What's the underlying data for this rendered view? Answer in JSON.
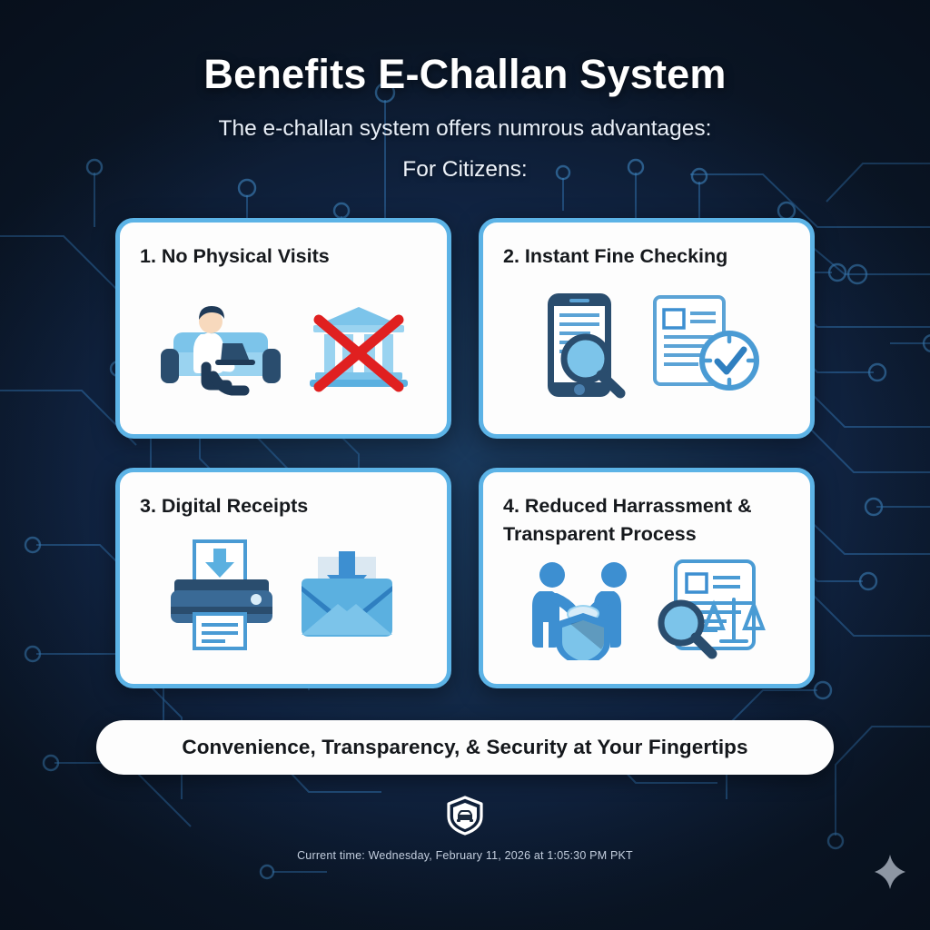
{
  "header": {
    "title": "Benefits E-Challan System",
    "subtitle": "The e-challan system offers numrous advantages:",
    "section_label": "For Citizens:"
  },
  "cards": [
    {
      "number": "1.",
      "title": "1. No Physical Visits",
      "icons": [
        "person-on-sofa-with-laptop-icon",
        "government-building-crossed-out-icon"
      ]
    },
    {
      "number": "2.",
      "title": "2. Instant Fine Checking",
      "icons": [
        "smartphone-with-magnifier-icon",
        "document-with-clock-check-icon"
      ]
    },
    {
      "number": "3.",
      "title": "3. Digital Receipts",
      "icons": [
        "printer-download-icon",
        "envelope-download-icon"
      ]
    },
    {
      "number": "4.",
      "title": "4. Reduced Harrassment & Transparent Process",
      "icons": [
        "handshake-with-shield-icon",
        "document-magnifier-scales-icon"
      ]
    }
  ],
  "banner": {
    "text": "Convenience, Transparency, & Security at Your Fingertips"
  },
  "footer": {
    "logo_icon": "shield-with-car-icon",
    "timestamp": "Current time: Wednesday, February 11, 2026 at 1:05:30 PM PKT",
    "sparkle_icon": "four-point-sparkle-icon"
  },
  "colors": {
    "background_dark": "#0c1828",
    "background_center": "#16304f",
    "card_border": "#5cb3e6",
    "card_background": "#fdfdfd",
    "title_text": "#ffffff",
    "card_title_text": "#16191d",
    "circuit_trace": "#2f6ea8",
    "accent_blue": "#3d8fd1",
    "deep_blue": "#2b5f8f",
    "red_cross": "#e02020",
    "sparkle_gray": "#8d96a3"
  }
}
